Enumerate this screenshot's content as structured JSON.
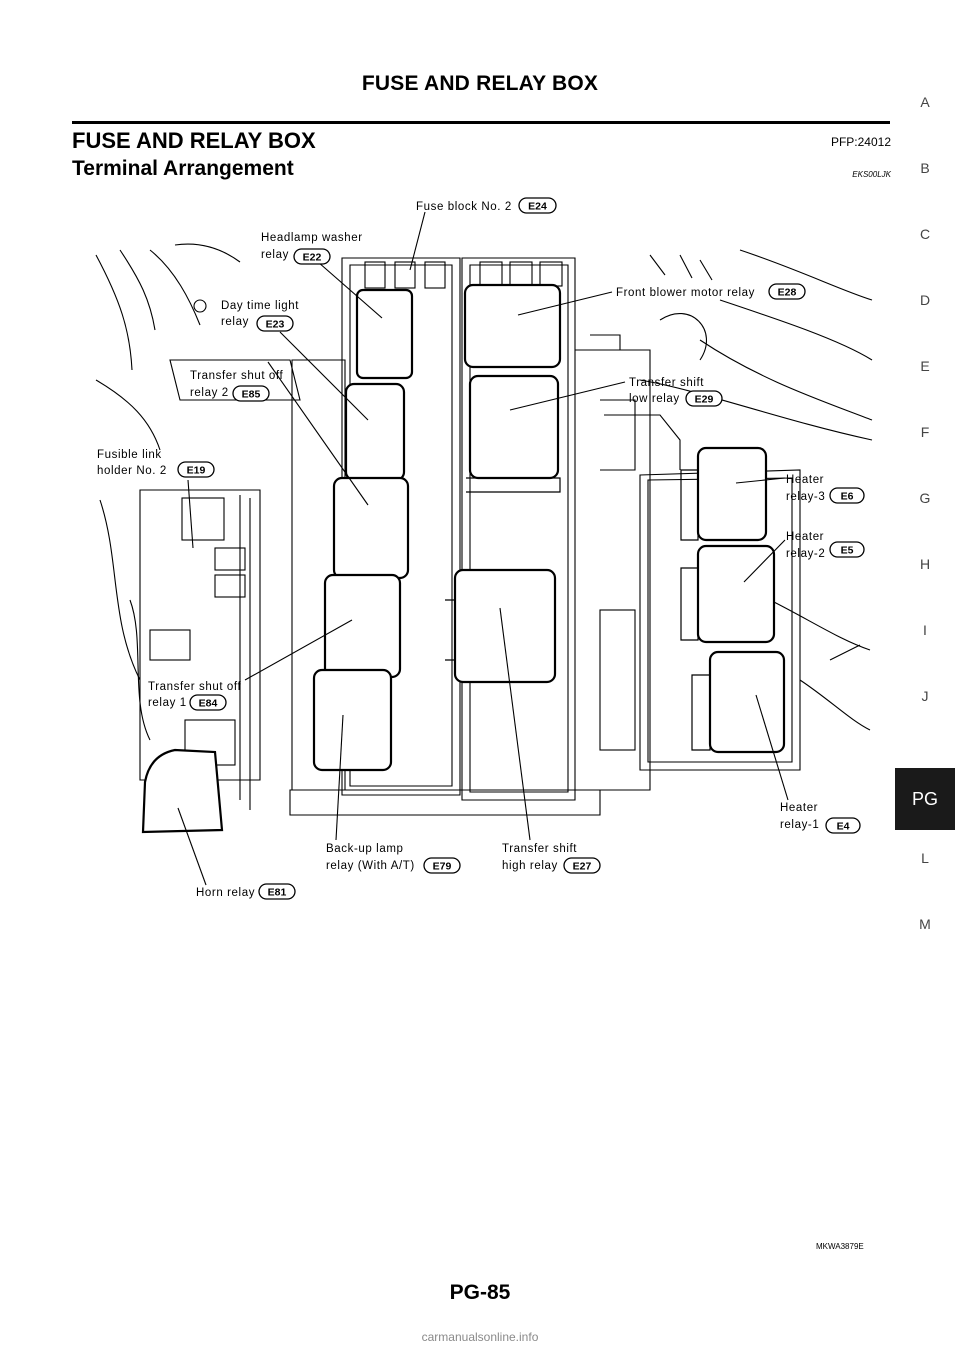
{
  "header": {
    "title": "FUSE AND RELAY BOX"
  },
  "section": {
    "title": "FUSE AND RELAY BOX",
    "pfp": "PFP:24012"
  },
  "subsection": {
    "title": "Terminal Arrangement",
    "code": "EKS00LJK"
  },
  "side_index": {
    "letters": [
      "A",
      "B",
      "C",
      "D",
      "E",
      "F",
      "G",
      "H",
      "I",
      "J",
      "PG",
      "L",
      "M"
    ],
    "active": "PG"
  },
  "figure": {
    "code": "MKWA3879E",
    "callouts": [
      {
        "id": "fuse-block",
        "lines": [
          "Fuse block No. 2"
        ],
        "connector": "E24"
      },
      {
        "id": "headlamp-washer-relay",
        "lines": [
          "Headlamp washer",
          "relay"
        ],
        "connector": "E22"
      },
      {
        "id": "day-time-light-relay",
        "lines": [
          "Day time light",
          "relay"
        ],
        "connector": "E23"
      },
      {
        "id": "front-blower-motor-relay",
        "lines": [
          "Front blower motor relay"
        ],
        "connector": "E28"
      },
      {
        "id": "transfer-shut-off-relay-2",
        "lines": [
          "Transfer shut off",
          "relay 2"
        ],
        "connector": "E85"
      },
      {
        "id": "transfer-shift-low-relay",
        "lines": [
          "Transfer shift",
          "low relay"
        ],
        "connector": "E29"
      },
      {
        "id": "fusible-link-holder",
        "lines": [
          "Fusible link",
          "holder No. 2"
        ],
        "connector": "E19"
      },
      {
        "id": "heater-relay-3",
        "lines": [
          "Heater",
          "relay-3"
        ],
        "connector": "E6"
      },
      {
        "id": "heater-relay-2",
        "lines": [
          "Heater",
          "relay-2"
        ],
        "connector": "E5"
      },
      {
        "id": "transfer-shut-off-relay-1",
        "lines": [
          "Transfer shut off",
          "relay 1"
        ],
        "connector": "E84"
      },
      {
        "id": "heater-relay-1",
        "lines": [
          "Heater",
          "relay-1"
        ],
        "connector": "E4"
      },
      {
        "id": "back-up-lamp-relay",
        "lines": [
          "Back-up lamp",
          "relay (With A/T)"
        ],
        "connector": "E79"
      },
      {
        "id": "transfer-shift-high-relay",
        "lines": [
          "Transfer shift",
          "high relay"
        ],
        "connector": "E27"
      },
      {
        "id": "horn-relay",
        "lines": [
          "Horn relay"
        ],
        "connector": "E81"
      }
    ]
  },
  "page_number": "PG-85",
  "footer": "carmanualsonline.info"
}
